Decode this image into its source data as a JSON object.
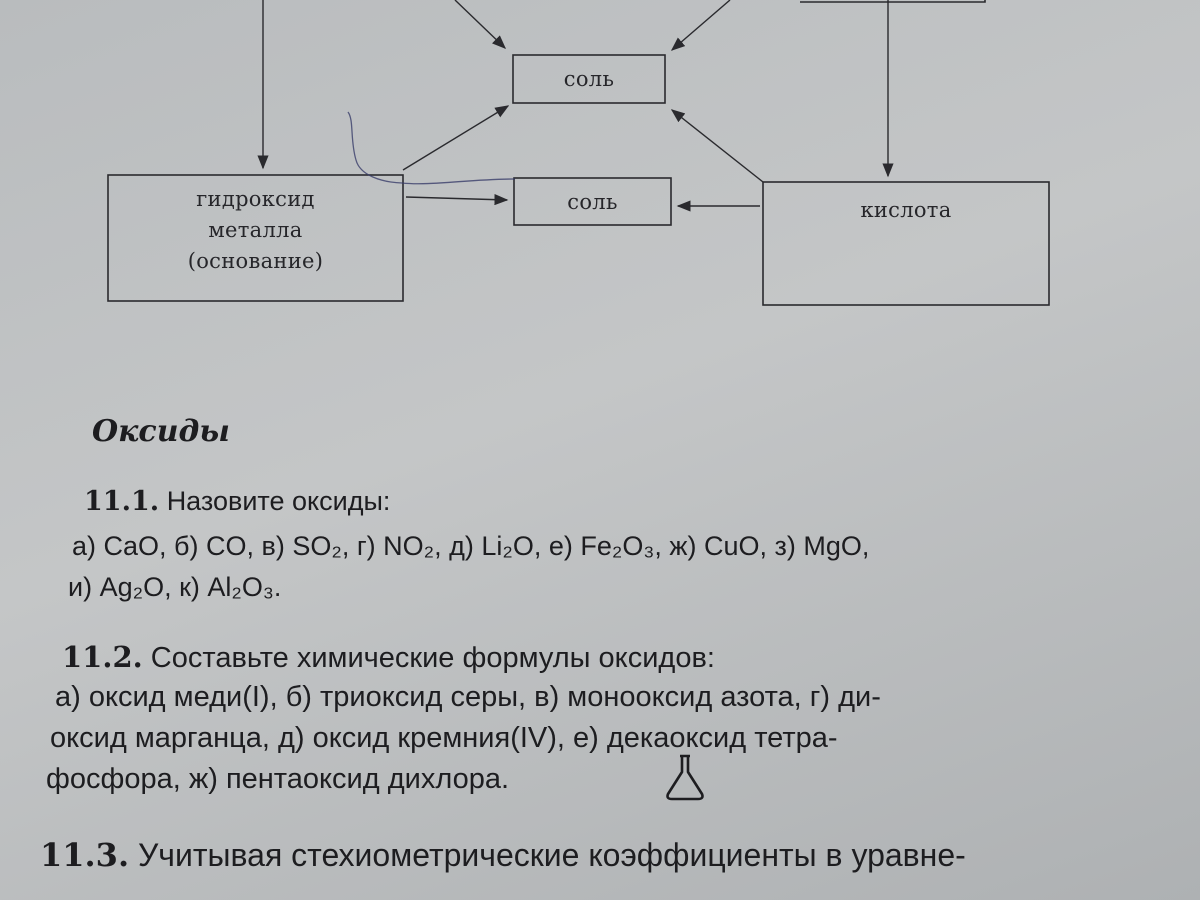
{
  "diagram": {
    "salt_top": "соль",
    "salt_middle": "соль",
    "base_box": [
      "гидроксид",
      "металла",
      "(основание)"
    ],
    "acid_box": "кислота"
  },
  "section": {
    "title": "Оксиды"
  },
  "tasks": [
    {
      "number": "11.1.",
      "title": "Назовите оксиды:",
      "lines": [
        "а) CaO, б) CO, в) SO₂, г) NO₂, д) Li₂O, е) Fe₂O₃, ж) CuO, з) MgO,",
        "и) Ag₂O, к) Al₂O₃."
      ]
    },
    {
      "number": "11.2.",
      "title": "Составьте химические формулы оксидов:",
      "lines": [
        "а) оксид меди(I), б) триоксид серы, в) монооксид азота, г) ди-",
        "оксид марганца, д) оксид кремния(IV), е) декаоксид тетра-",
        "фосфора, ж) пентаоксид дихлора."
      ]
    },
    {
      "number": "11.3.",
      "title": "Учитывая стехиометрические коэффициенты в уравне-"
    }
  ],
  "icons": {
    "flask": "flask-icon"
  }
}
